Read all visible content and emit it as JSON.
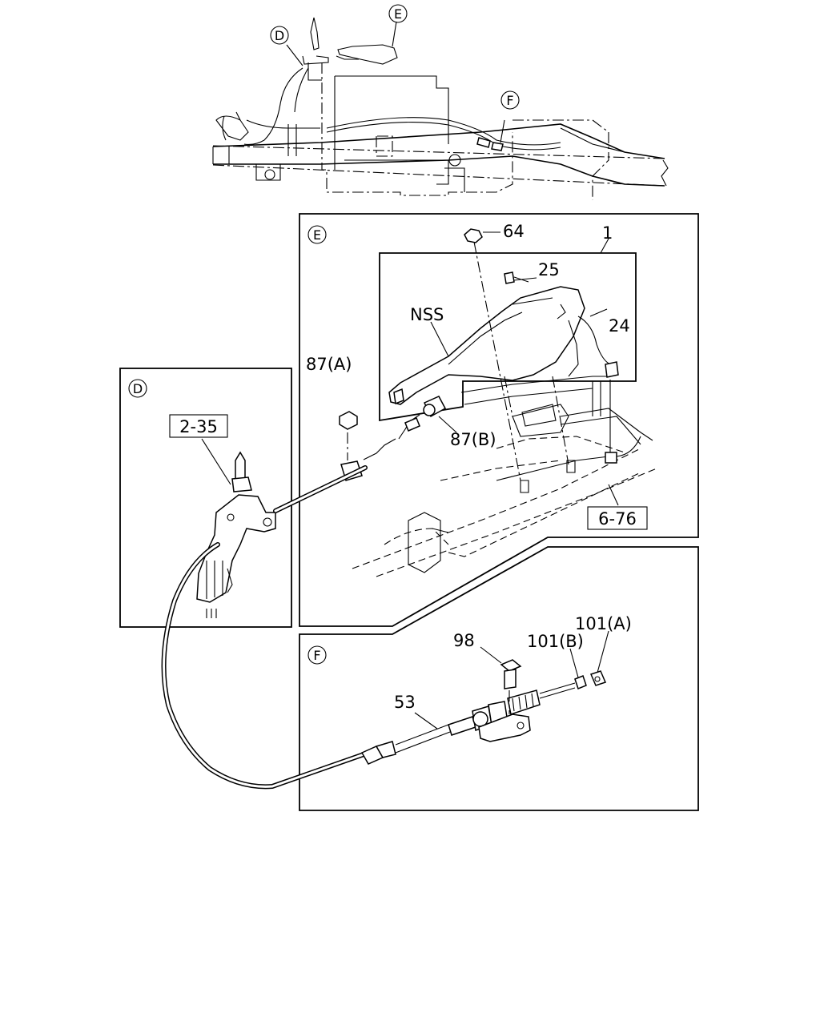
{
  "callouts": {
    "detail_d": "D",
    "detail_e": "E",
    "detail_f": "F"
  },
  "labels": {
    "part_64": "64",
    "part_1": "1",
    "part_25": "25",
    "part_24": "24",
    "nss": "NSS",
    "part_87a": "87(A)",
    "part_87b": "87(B)",
    "ref_2_35": "2-35",
    "ref_6_76": "6-76",
    "part_98": "98",
    "part_101b": "101(B)",
    "part_101a": "101(A)",
    "part_53": "53"
  }
}
